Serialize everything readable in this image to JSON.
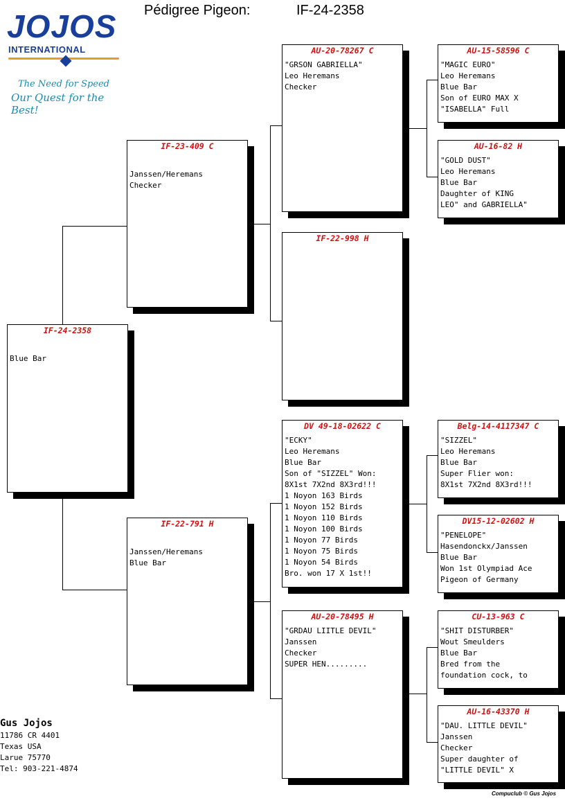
{
  "logo": {
    "brand": "JOJOS",
    "subtitle": "INTERNATIONAL",
    "tagline_1": "The Need for Speed",
    "tagline_2": "Our Quest for the Best!"
  },
  "header": {
    "label": "Pédigree Pigeon:",
    "ring": "IF-24-2358"
  },
  "pedigree": {
    "subject": {
      "ring": "IF-24-2358",
      "lines": [
        "",
        "Blue Bar"
      ]
    },
    "sire": {
      "ring": "IF-23-409 C",
      "lines": [
        "",
        "Janssen/Heremans",
        "Checker"
      ]
    },
    "dam": {
      "ring": "IF-22-791 H",
      "lines": [
        "",
        "Janssen/Heremans",
        "Blue Bar"
      ]
    },
    "sire_sire": {
      "ring": "AU-20-78267 C",
      "lines": [
        "\"GRSON GABRIELLA\"",
        "Leo Heremans",
        "Checker"
      ]
    },
    "sire_dam": {
      "ring": "IF-22-998 H",
      "lines": []
    },
    "dam_sire": {
      "ring": "DV 49-18-02622 C",
      "lines": [
        "\"ECKY\"",
        "Leo Heremans",
        "Blue Bar",
        "Son of \"SIZZEL\" Won:",
        "8X1st 7X2nd 8X3rd!!!",
        "1 Noyon 163 Birds",
        "1 Noyon 152 Birds",
        "1 Noyon 110 Birds",
        "1 Noyon 100 Birds",
        "1 Noyon 77 Birds",
        "1 Noyon 75 Birds",
        "1 Noyon 54 Birds",
        "Bro. won 17 X 1st!!"
      ]
    },
    "dam_dam": {
      "ring": "AU-20-78495 H",
      "lines": [
        "\"GRDAU LIITLE DEVIL\"",
        "Janssen",
        "Checker",
        "SUPER HEN........."
      ]
    },
    "ss_sire": {
      "ring": "AU-15-58596 C",
      "lines": [
        "\"MAGIC EURO\"",
        "Leo Heremans",
        "Blue Bar",
        "Son of EURO MAX X",
        "\"ISABELLA\" Full"
      ]
    },
    "ss_dam": {
      "ring": "AU-16-82 H",
      "lines": [
        "\"GOLD DUST\"",
        "Leo Heremans",
        "Blue Bar",
        "Daughter of KING",
        "LEO\" and GABRIELLA\""
      ]
    },
    "ds_sire": {
      "ring": "Belg-14-4117347 C",
      "lines": [
        "\"SIZZEL\"",
        "Leo Heremans",
        "Blue Bar",
        "Super Flier won:",
        "8X1st 7X2nd 8X3rd!!!"
      ]
    },
    "ds_dam": {
      "ring": "DV15-12-02602 H",
      "lines": [
        "\"PENELOPE\"",
        "Hasendonckx/Janssen",
        "Blue Bar",
        "Won 1st Olympiad Ace",
        "Pigeon of Germany"
      ]
    },
    "dd_sire": {
      "ring": "CU-13-963 C",
      "lines": [
        "\"SHIT DISTURBER\"",
        "Wout Smeulders",
        "Blue Bar",
        "Bred from the",
        "foundation cock, to"
      ]
    },
    "dd_dam": {
      "ring": "AU-16-43370 H",
      "lines": [
        "\"DAU. LITTLE DEVIL\"",
        "Janssen",
        "Checker",
        "Super daughter of",
        "\"LITTLE DEVIL\" X"
      ]
    }
  },
  "owner": {
    "name": "Gus Jojos",
    "lines": [
      "11786 CR 4401",
      "Texas USA",
      "Larue 75770",
      "Tel: 903-221-4874"
    ]
  },
  "footer": "Compuclub © Gus Jojos",
  "colors": {
    "ring_text": "#d01010",
    "logo_blue": "#1a3f9a",
    "tagline": "#1c8ab0",
    "accent": "#e89a2a"
  }
}
